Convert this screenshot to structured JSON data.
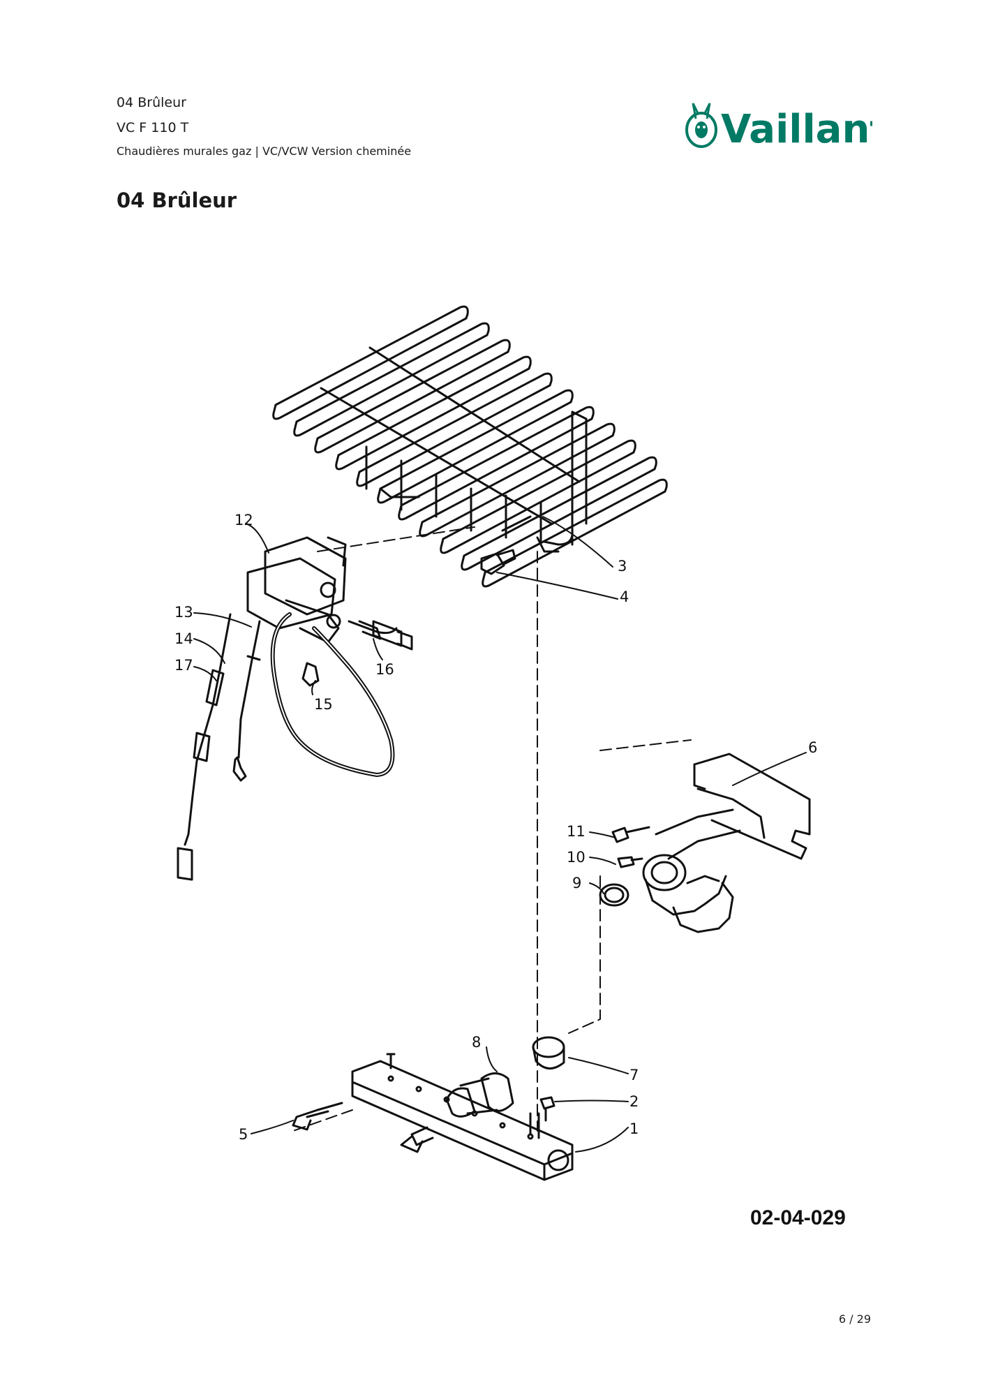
{
  "header": {
    "section": "04 Brûleur",
    "model": "VC F 110 T",
    "subtitle": "Chaudières murales gaz | VC/VCW Version cheminée"
  },
  "logo": {
    "brand": "Vaillant",
    "color": "#007a64"
  },
  "page_title": "04 Brûleur",
  "diagram": {
    "part_labels": [
      "1",
      "2",
      "3",
      "4",
      "5",
      "6",
      "7",
      "8",
      "9",
      "10",
      "11",
      "12",
      "13",
      "14",
      "15",
      "16",
      "17"
    ],
    "drawing_code": "02-04-029"
  },
  "footer": {
    "page": "6 / 29"
  }
}
